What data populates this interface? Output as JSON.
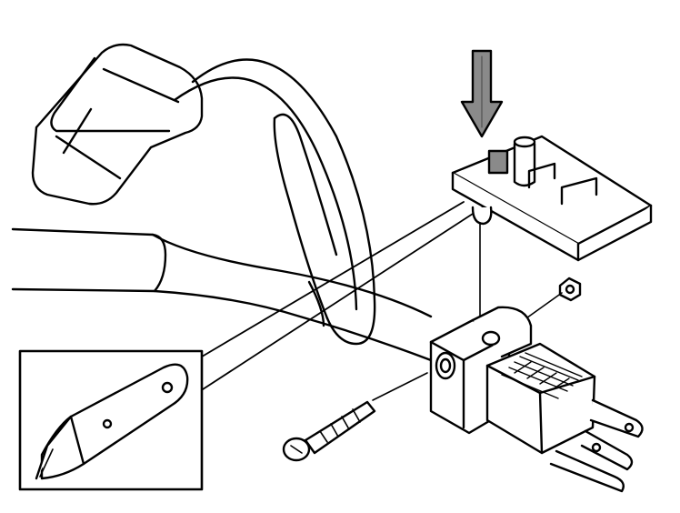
{
  "diagram": {
    "stroke_color": "#000000",
    "fill_color": "#ffffff",
    "shade_color": "#8a8a8a",
    "components": [
      {
        "id": "cord-holder-clip",
        "icon": "cord-holder-icon"
      },
      {
        "id": "power-cord",
        "icon": "cable-icon"
      },
      {
        "id": "cord-retainer-loop",
        "icon": "loop-icon"
      },
      {
        "id": "utility-knife-inset",
        "icon": "knife-icon"
      },
      {
        "id": "circuit-board-tab",
        "icon": "board-icon"
      },
      {
        "id": "insertion-arrow",
        "icon": "arrow-down-icon"
      },
      {
        "id": "hex-nut",
        "icon": "nut-icon"
      },
      {
        "id": "mounting-screw",
        "icon": "screw-icon"
      },
      {
        "id": "plug-bracket",
        "icon": "bracket-icon"
      },
      {
        "id": "ac-power-plug",
        "icon": "plug-icon"
      }
    ]
  }
}
